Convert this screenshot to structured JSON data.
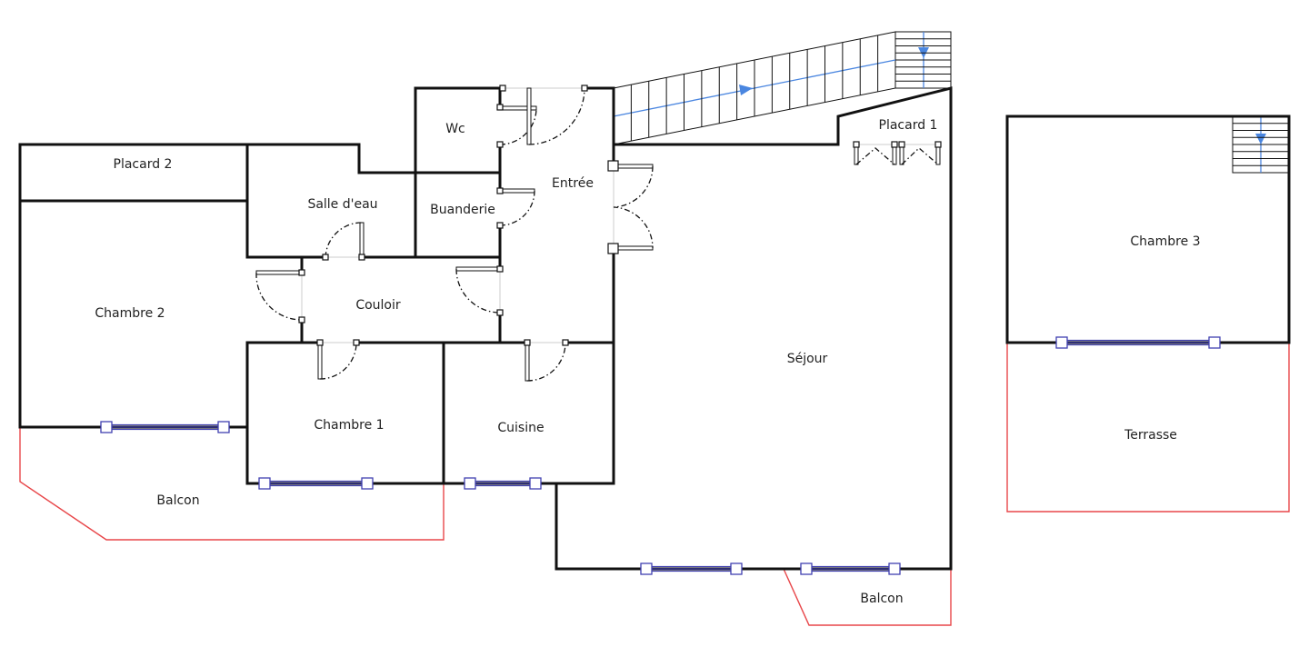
{
  "plan": {
    "rooms": {
      "placard2": "Placard 2",
      "salle_deau": "Salle d'eau",
      "wc": "Wc",
      "buanderie": "Buanderie",
      "entree": "Entrée",
      "placard1": "Placard 1",
      "chambre2": "Chambre 2",
      "couloir": "Couloir",
      "chambre1": "Chambre 1",
      "cuisine": "Cuisine",
      "sejour": "Séjour",
      "balcon_left": "Balcon",
      "balcon_right": "Balcon",
      "chambre3": "Chambre 3",
      "terrasse": "Terrasse"
    },
    "colors": {
      "wall": "#111111",
      "balcony": "#e8474a",
      "window": "#4040b0",
      "stair_arrow": "#4a86e0"
    }
  }
}
